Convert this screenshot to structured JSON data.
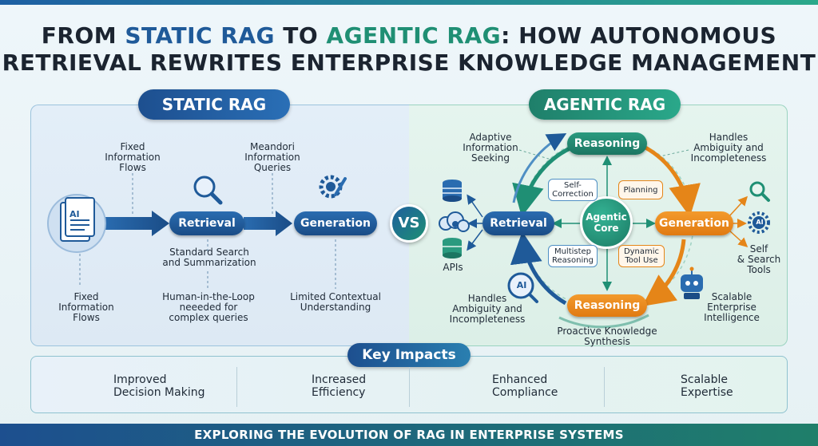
{
  "title": {
    "part1": "FROM ",
    "part2": "STATIC RAG",
    "part3": " TO ",
    "part4": "AGENTIC RAG",
    "part5": ": HOW AUTONOMOUS",
    "line2": "RETRIEVAL REWRITES ENTERPRISE KNOWLEDGE MANAGEMENT"
  },
  "static": {
    "heading": "STATIC RAG",
    "doc_label": "AI",
    "top_label_1": "Fixed\nInformation\nFlows",
    "top_label_2": "Meandori\nInformation\nQueries",
    "retrieval": "Retrieval",
    "generation": "Generation",
    "under_retrieval": "Standard Search\nand Summarization",
    "bottom_1": "Fixed\nInformation\nFlows",
    "bottom_2": "Human-in-the-Loop\nneeeded for\ncomplex queries",
    "bottom_3": "Limited Contextual\nUnderstanding"
  },
  "vs": "VS",
  "agentic": {
    "heading": "AGENTIC RAG",
    "reasoning_top": "Reasoning",
    "reasoning_bottom": "Reasoning",
    "retrieval": "Retrieval",
    "generation": "Generation",
    "core": "Agentic\nCore",
    "self_correction": "Self-\nCorrection",
    "planning": "Planning",
    "multistep": "Multistep\nReasoning",
    "dynamic_tool": "Dynamic\nTool Use",
    "adaptive": "Adaptive\nInformation\nSeeking",
    "handles_top": "Handles\nAmbiguity and\nIncompleteness",
    "handles_bottom": "Handles\nAmbiguity and\nIncompleteness",
    "apis": "APIs",
    "self_search": "Self\n& Search\nTools",
    "scalable": "Scalable\nEnterprise\nIntelligence",
    "proactive": "Proactive Knowledge\nSynthesis",
    "ai_badge": "AI"
  },
  "impacts": {
    "heading": "Key Impacts",
    "items": [
      {
        "label": "Improved\nDecision Making"
      },
      {
        "label": "Increased\nEfficiency"
      },
      {
        "label": "Enhanced\nCompliance"
      },
      {
        "label": "Scalable\nExpertise"
      }
    ]
  },
  "footer": "EXPLORING THE EVOLUTION OF RAG IN ENTERPRISE SYSTEMS",
  "colors": {
    "blue": "#1f5a99",
    "green": "#1f8f74",
    "orange": "#f0901f"
  }
}
